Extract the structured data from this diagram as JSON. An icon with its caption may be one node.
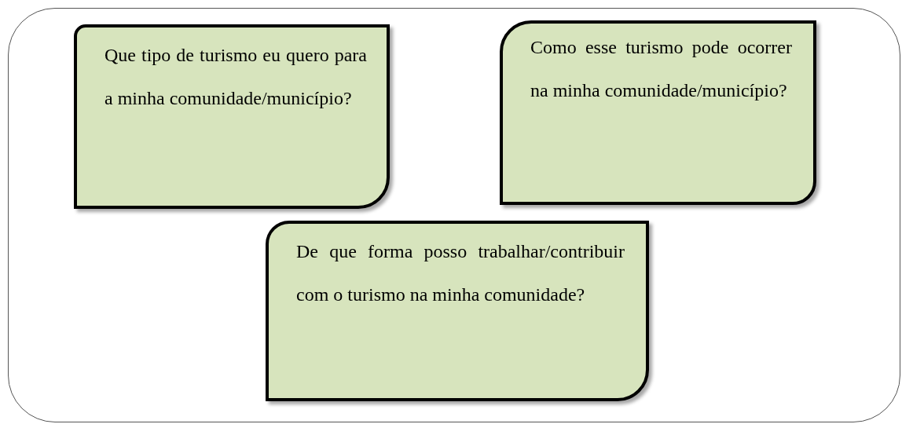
{
  "diagram": {
    "nodes": [
      {
        "text": [],
        "shape": "box"
      },
      {
        "text": [
          "Que tipo de turismo eu quero para a minha comunidade/município?"
        ],
        "in": 0
      },
      {
        "text": [
          "Como esse turismo pode ocorrer na minha comunidade/município?"
        ],
        "in": 0
      },
      {
        "text": [
          "De que forma posso trabalhar/contribuir com o turismo na minha comunidade?"
        ],
        "in": 0
      }
    ]
  }
}
